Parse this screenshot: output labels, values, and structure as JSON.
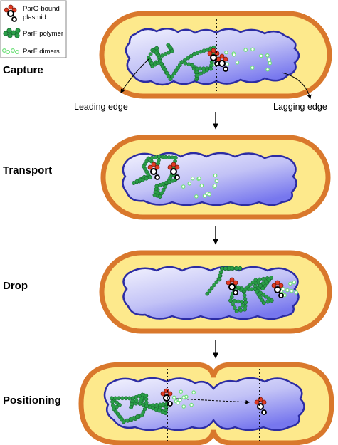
{
  "legend": {
    "parg_plasmid_line1": "ParG-bound",
    "parg_plasmid_line2": "plasmid",
    "parf_polymer": "ParF polymer",
    "parf_dimers": "ParF dimers"
  },
  "stages": [
    {
      "label": "Capture"
    },
    {
      "label": "Transport"
    },
    {
      "label": "Drop"
    },
    {
      "label": "Positioning"
    }
  ],
  "annotations": {
    "leading_edge": "Leading edge",
    "lagging_edge": "Lagging edge"
  },
  "colors": {
    "cell_wall": "#d9782c",
    "cytoplasm": "#fde98c",
    "nucleoid_light": "#f0f0fd",
    "nucleoid_dark": "#7c7cf0",
    "nucleoid_outline": "#2c2ca4",
    "polymer": "#2a9d48",
    "polymer_dark": "#14612b",
    "dimer": "#6fe07a",
    "parg_red": "#e23a22"
  }
}
